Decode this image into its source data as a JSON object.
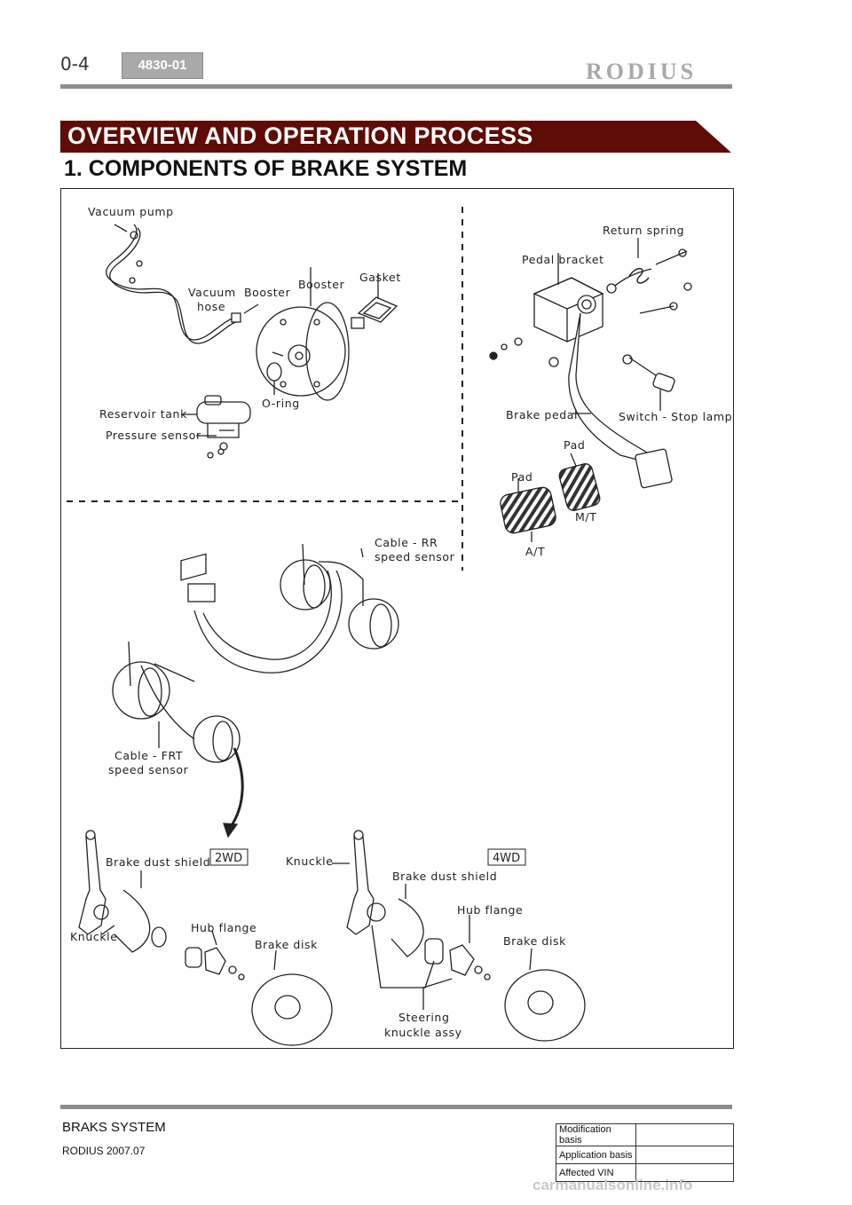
{
  "header": {
    "page_number": "0-4",
    "doc_code": "4830-01",
    "brand": "RODIUS"
  },
  "section": {
    "banner": "OVERVIEW AND OPERATION PROCESS",
    "title": "1. COMPONENTS OF BRAKE SYSTEM"
  },
  "diagram": {
    "labels": {
      "vacuum_pump": "Vacuum pump",
      "vacuum_hose_1": "Vacuum",
      "vacuum_hose_2": "hose",
      "booster_arrow": "Booster",
      "booster": "Booster",
      "gasket": "Gasket",
      "o_ring": "O-ring",
      "reservoir_tank": "Reservoir tank",
      "pressure_sensor": "Pressure sensor",
      "return_spring": "Return spring",
      "pedal_bracket": "Pedal bracket",
      "brake_pedal": "Brake pedal",
      "stop_lamp_switch": "Switch - Stop lamp",
      "pad_mt": "Pad",
      "pad_at": "Pad",
      "mt": "M/T",
      "at": "A/T",
      "cable_rr_1": "Cable - RR",
      "cable_rr_2": "speed sensor",
      "cable_frt_1": "Cable - FRT",
      "cable_frt_2": "speed sensor",
      "badge_2wd": "2WD",
      "badge_4wd": "4WD",
      "brake_dust_shield_2wd": "Brake dust shield",
      "knuckle_2wd": "Knuckle",
      "hub_flange_2wd": "Hub flange",
      "brake_disk_2wd": "Brake disk",
      "knuckle_4wd": "Knuckle",
      "brake_dust_shield_4wd": "Brake dust shield",
      "hub_flange_4wd": "Hub flange",
      "brake_disk_4wd": "Brake disk",
      "steering_knuckle_1": "Steering",
      "steering_knuckle_2": "knuckle assy"
    }
  },
  "footer": {
    "system": "BRAKS SYSTEM",
    "model": "RODIUS 2007.07",
    "revision_rows": [
      {
        "label": "Modification basis",
        "value": ""
      },
      {
        "label": "Application basis",
        "value": ""
      },
      {
        "label": "Affected VIN",
        "value": ""
      }
    ],
    "watermark": "carmanualsonline.info"
  }
}
